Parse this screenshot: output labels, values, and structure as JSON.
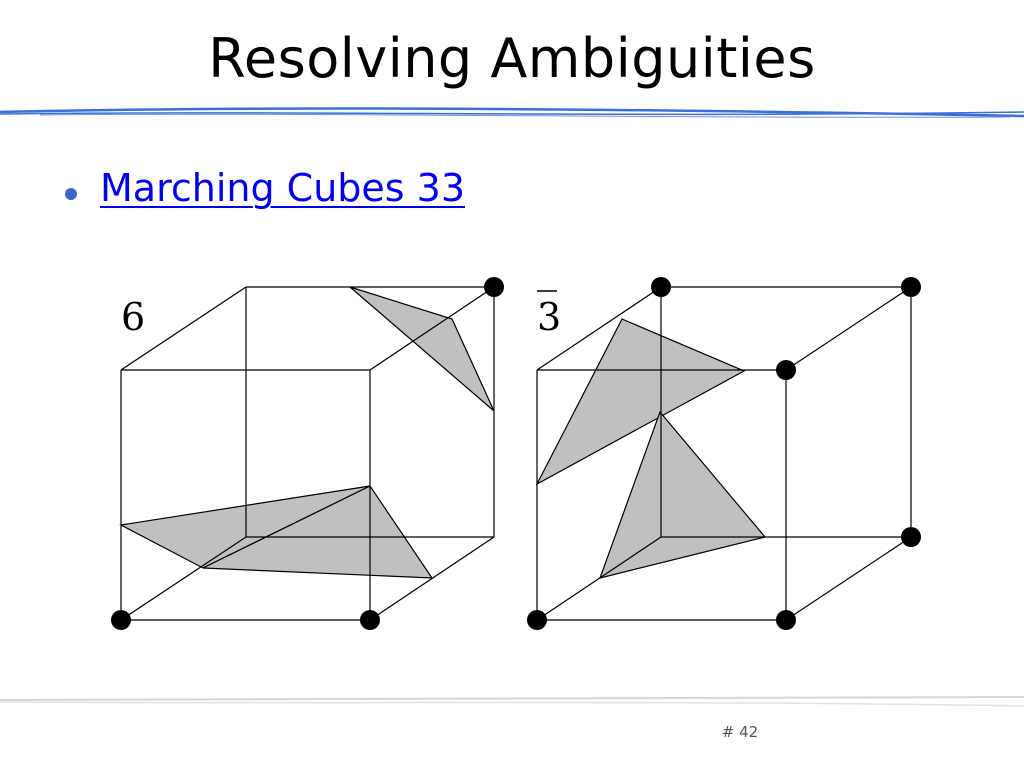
{
  "slide": {
    "title": "Resolving Ambiguities",
    "bullets": [
      {
        "text": "Marching Cubes 33",
        "is_link": true
      }
    ],
    "figure": {
      "left_cube_label": "6",
      "right_cube_label": "3"
    },
    "slide_number": "# 42"
  },
  "colors": {
    "title_rule": "#3d6fd8",
    "bullet": "#3c66c8",
    "link": "#0000ee",
    "triangle_fill": "#c0c0c0",
    "footer_rule": "#cfcfcf"
  }
}
